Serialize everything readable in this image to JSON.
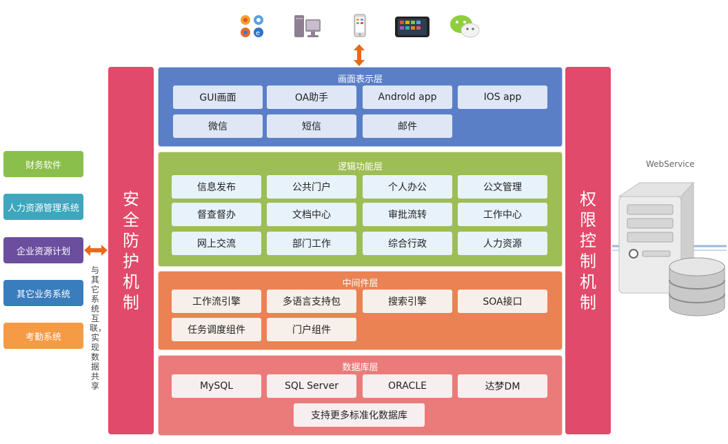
{
  "top_devices": {
    "icons": [
      "browsers-icon",
      "desktop-pc-icon",
      "mobile-phone-icon",
      "tablet-icon",
      "wechat-icon"
    ]
  },
  "left_panel": {
    "label": "安全防护机制"
  },
  "right_panel": {
    "label": "权限控制机制"
  },
  "layers": {
    "presentation": {
      "title": "画面表示层",
      "items": [
        "GUI画面",
        "OA助手",
        "Androld app",
        "IOS app",
        "微信",
        "短信",
        "邮件"
      ]
    },
    "logic": {
      "title": "逻辑功能层",
      "items": [
        "信息发布",
        "公共门户",
        "个人办公",
        "公文管理",
        "督查督办",
        "文档中心",
        "审批流转",
        "工作中心",
        "网上交流",
        "部门工作",
        "综合行政",
        "人力资源"
      ]
    },
    "middleware": {
      "title": "中间件层",
      "items": [
        "工作流引擎",
        "多语言支持包",
        "搜索引擎",
        "SOA接口",
        "任务调度组件",
        "门户组件"
      ]
    },
    "database": {
      "title": "数据库层",
      "items": [
        "MySQL",
        "SQL Server",
        "ORACLE",
        "达梦DM",
        "支持更多标准化数据库"
      ]
    }
  },
  "external_systems": [
    {
      "label": "财务软件",
      "color": "#8bbf4b"
    },
    {
      "label": "人力资源管理系统",
      "color": "#3ea6bd"
    },
    {
      "label": "企业资源计划",
      "color": "#6b4f9e"
    },
    {
      "label": "其它业务系统",
      "color": "#3a7dbd"
    },
    {
      "label": "考勤系统",
      "color": "#f59a45"
    }
  ],
  "integration_note": "与其它系统互联，实现数据共享",
  "webservice": {
    "label": "WebService"
  },
  "colors": {
    "side_panel": "#e14a6a",
    "presentation": "#5b7fc6",
    "logic": "#9dbd55",
    "middleware": "#ea8254",
    "database": "#eb7b7b",
    "arrow": "#e8691c"
  }
}
